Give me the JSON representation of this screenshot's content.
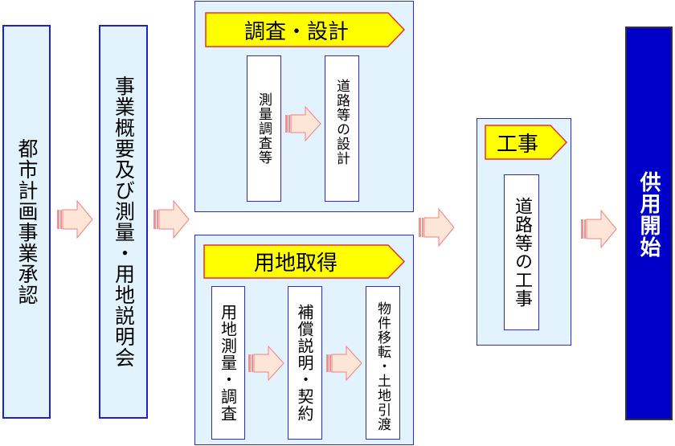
{
  "colors": {
    "stage_fill": "#e3f3fd",
    "stage_border": "#1f1fd0",
    "banner_fill": "#ffff00",
    "banner_border": "#e83030",
    "arrow_fill": "#fde6d8",
    "arrow_border": "#f08080",
    "final_fill": "#0000c8"
  },
  "steps": {
    "step1": {
      "label": "都市計画事業承認"
    },
    "step2": {
      "label": "事業概要及び測量・用地説明会"
    },
    "survey_design": {
      "title": "調査・設計",
      "items": [
        {
          "label": "測量調査等"
        },
        {
          "label": "道路等の設計"
        }
      ]
    },
    "land_acquisition": {
      "title": "用地取得",
      "items": [
        {
          "label": "用地測量・調査"
        },
        {
          "label": "補償説明・契約"
        },
        {
          "label": "物件移転・土地引渡"
        }
      ]
    },
    "construction": {
      "title": "工事",
      "items": [
        {
          "label": "道路等の工事"
        }
      ]
    },
    "final": {
      "label": "供用開始"
    }
  }
}
